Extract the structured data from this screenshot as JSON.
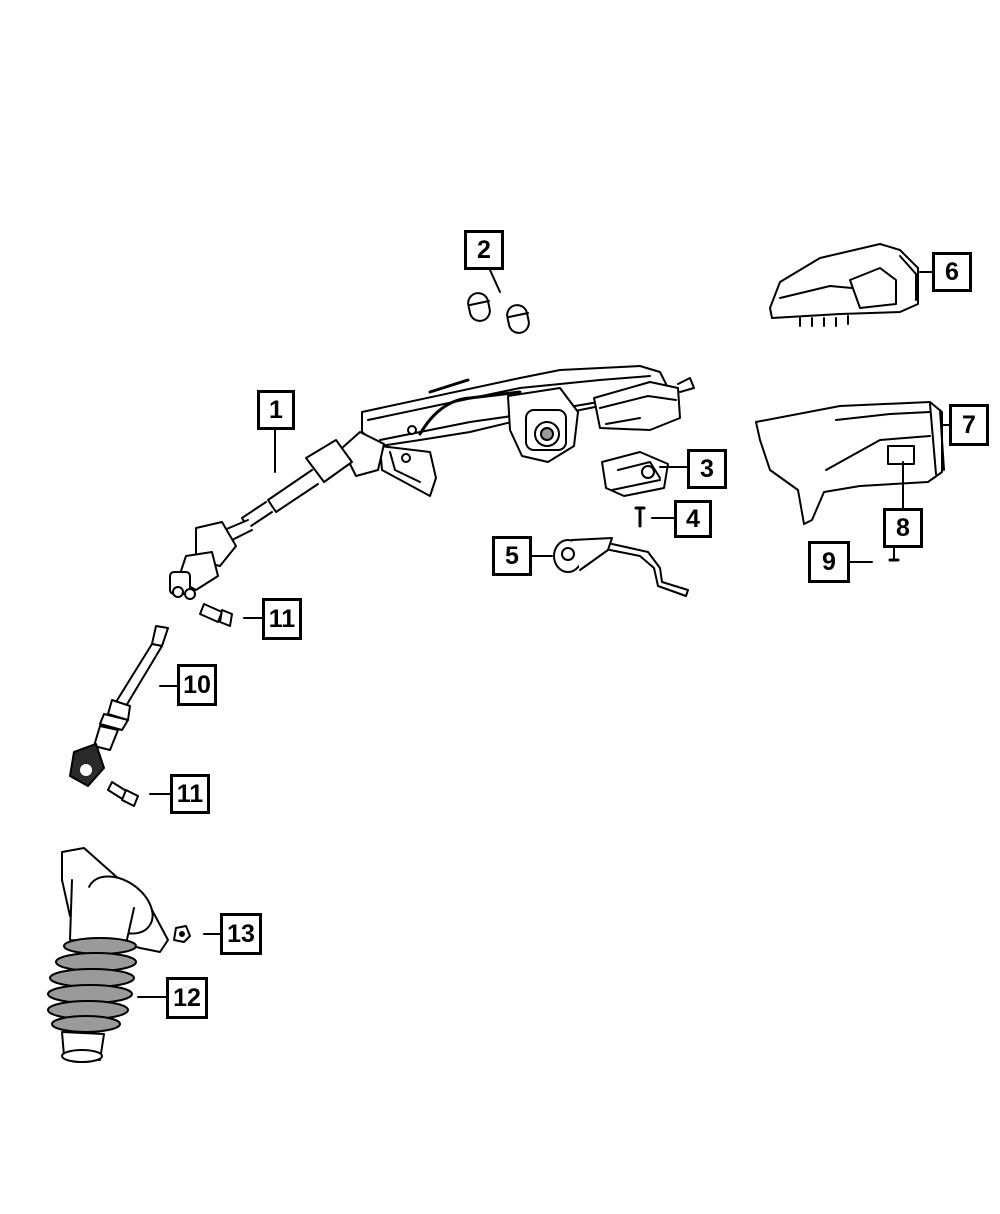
{
  "diagram": {
    "callouts": [
      {
        "id": "c1",
        "label": "1"
      },
      {
        "id": "c2",
        "label": "2"
      },
      {
        "id": "c3",
        "label": "3"
      },
      {
        "id": "c4",
        "label": "4"
      },
      {
        "id": "c5",
        "label": "5"
      },
      {
        "id": "c6",
        "label": "6"
      },
      {
        "id": "c7",
        "label": "7"
      },
      {
        "id": "c8",
        "label": "8"
      },
      {
        "id": "c9",
        "label": "9"
      },
      {
        "id": "c10",
        "label": "10"
      },
      {
        "id": "c11a",
        "label": "11"
      },
      {
        "id": "c11b",
        "label": "11"
      },
      {
        "id": "c12",
        "label": "12"
      },
      {
        "id": "c13",
        "label": "13"
      }
    ],
    "colors": {
      "line": "#000000",
      "shade": "#9a9a9a",
      "dark": "#2a2a2a"
    }
  }
}
